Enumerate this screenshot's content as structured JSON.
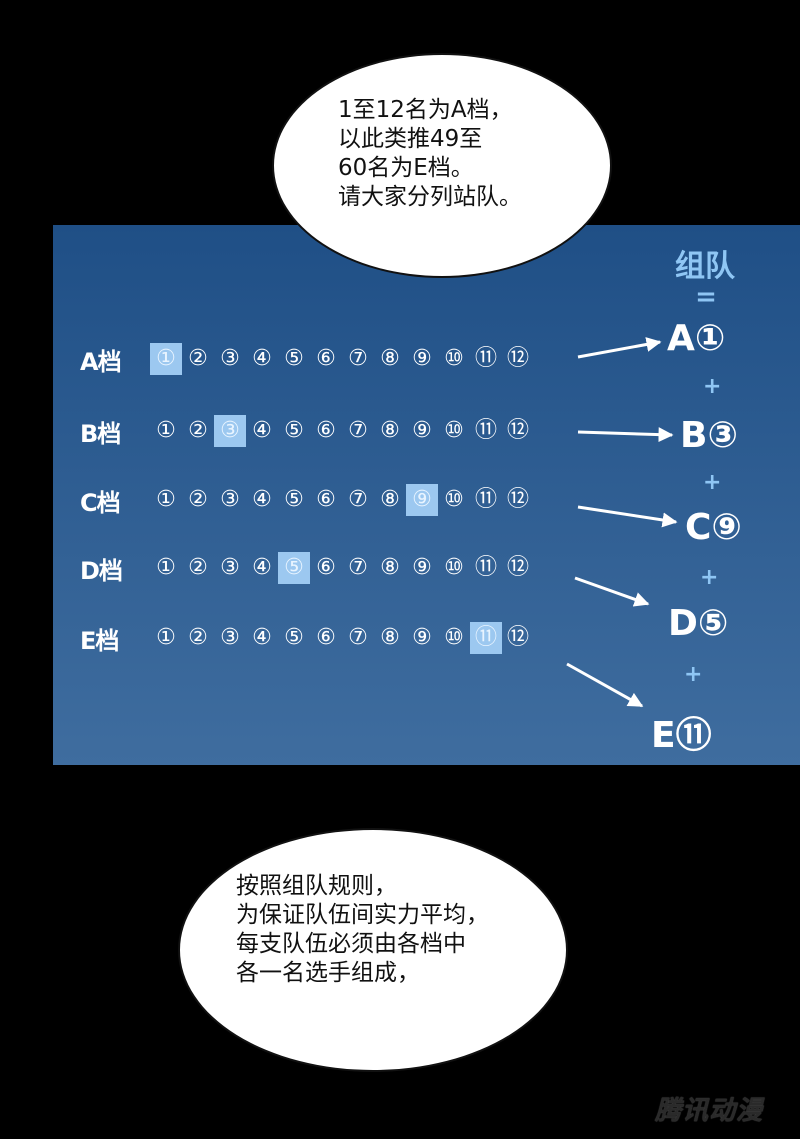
{
  "bubble_top": {
    "lines": "1至12名为A档，\n以此类推49至\n60名为E档。\n请大家分列站队。"
  },
  "bubble_bottom": {
    "lines": "按照组队规则，\n为保证队伍间实力平均，\n每支队伍必须由各档中\n各一名选手组成，"
  },
  "team": {
    "title": "组队",
    "equals": "=",
    "plus": "+",
    "picks": [
      "A①",
      "B③",
      "C⑨",
      "D⑤",
      "E⑪"
    ]
  },
  "tiers": [
    {
      "label": "A档",
      "highlight": 1
    },
    {
      "label": "B档",
      "highlight": 3
    },
    {
      "label": "C档",
      "highlight": 9
    },
    {
      "label": "D档",
      "highlight": 5
    },
    {
      "label": "E档",
      "highlight": 11
    }
  ],
  "numbers": [
    "①",
    "②",
    "③",
    "④",
    "⑤",
    "⑥",
    "⑦",
    "⑧",
    "⑨",
    "⑩",
    "⑪",
    "⑫"
  ],
  "colors": {
    "panel_top": "#1f4f86",
    "panel_bottom": "#3f6d9f",
    "highlight": "#9cc8f0",
    "accent": "#8fc6f4"
  },
  "watermark": "腾讯动漫"
}
